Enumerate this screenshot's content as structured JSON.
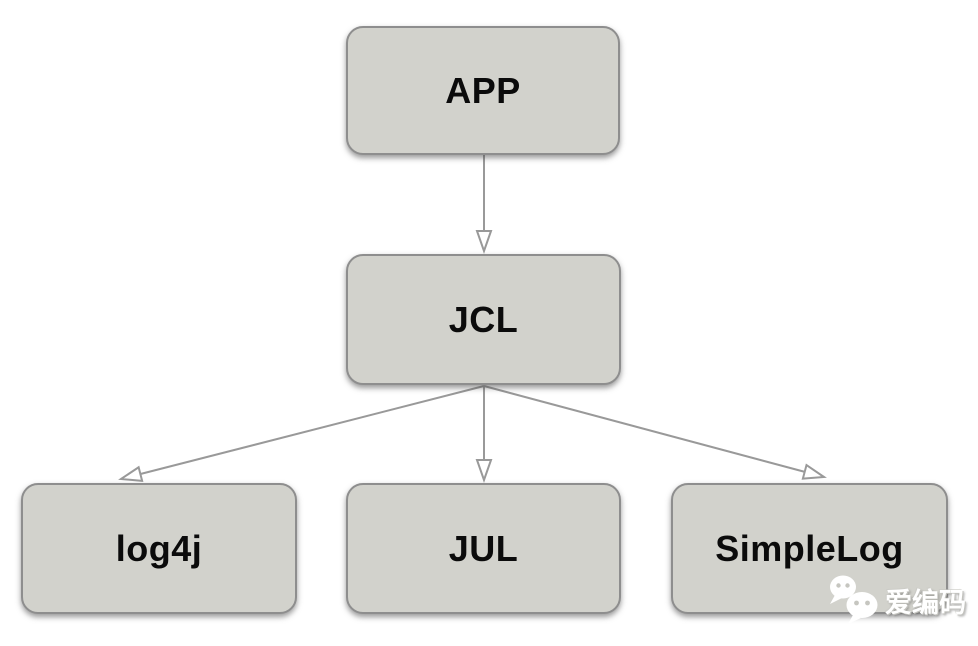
{
  "diagram": {
    "type": "flowchart",
    "nodes": [
      {
        "id": "app",
        "label": "APP"
      },
      {
        "id": "jcl",
        "label": "JCL"
      },
      {
        "id": "log4j",
        "label": "log4j"
      },
      {
        "id": "jul",
        "label": "JUL"
      },
      {
        "id": "simplelog",
        "label": "SimpleLog"
      }
    ],
    "edges": [
      {
        "from": "APP",
        "to": "JCL"
      },
      {
        "from": "JCL",
        "to": "log4j"
      },
      {
        "from": "JCL",
        "to": "JUL"
      },
      {
        "from": "JCL",
        "to": "SimpleLog"
      }
    ],
    "colors": {
      "node_fill": "#d2d2cc",
      "node_border": "#8e8e8e",
      "arrow": "#999999",
      "label_text": "#0b0b0b"
    }
  },
  "watermark": {
    "label": "爱编码",
    "icon": "wechat-icon",
    "color": "#ffffff"
  }
}
